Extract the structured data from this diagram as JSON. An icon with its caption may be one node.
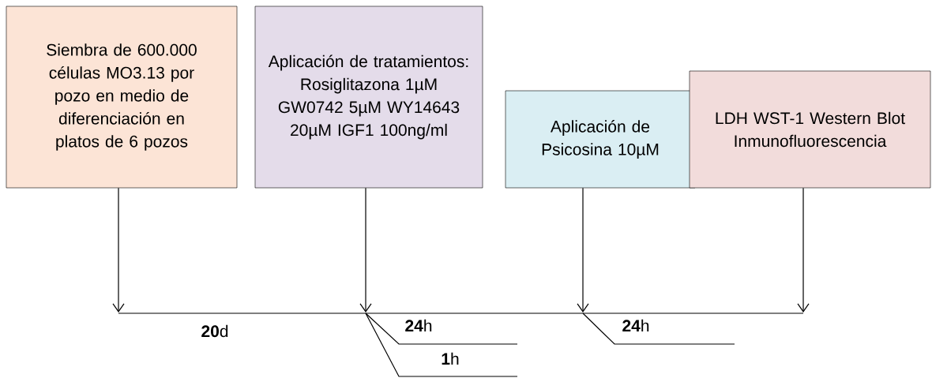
{
  "diagram": {
    "nodes": [
      {
        "text": [
          "Siembra de 600.000 células MO3.13 por pozo en medio de diferenciación en platos de 6 pozos"
        ]
      },
      {
        "text": [
          "Aplicación de tratamientos: Rosiglitazona 1µM GW0742 5µM WY14643 20µM IGF1 100ng/ml"
        ]
      },
      {
        "text": [
          "Aplicación de Psicosina 10µM"
        ]
      },
      {
        "text": [
          "LDH WST-1 Western Blot Inmunofluorescencia"
        ]
      }
    ],
    "edges": [
      {
        "from": 0,
        "to": null,
        "arrow": "to"
      },
      {
        "from": 1,
        "to": null,
        "arrow": "to"
      },
      {
        "from": 2,
        "to": null,
        "arrow": "to"
      },
      {
        "from": 3,
        "to": null,
        "arrow": "to"
      }
    ],
    "labels": [
      "**20**d",
      "**24**h",
      "**1**h",
      "**24**h"
    ]
  }
}
